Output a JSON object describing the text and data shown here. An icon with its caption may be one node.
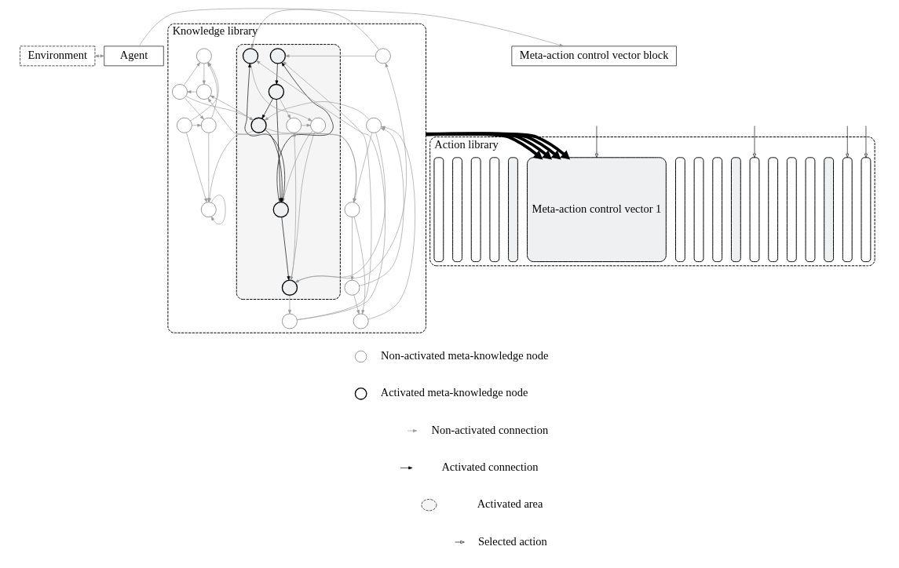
{
  "diagram": {
    "nodes": [
      {
        "text": [
          "Environment"
        ]
      },
      {
        "text": [
          "Agent"
        ]
      },
      {
        "text": [
          "Meta-action control vector block"
        ]
      },
      {
        "text": [
          "Knowledge library"
        ]
      },
      {
        "text": [],
        "shape": "ellipse",
        "in": 3
      },
      {
        "text": [],
        "shape": "circle",
        "in": 4
      },
      {
        "text": [],
        "shape": "circle",
        "in": 4
      },
      {
        "text": [],
        "shape": "circle",
        "in": 4
      },
      {
        "text": [],
        "shape": "circle",
        "in": 4
      },
      {
        "text": [],
        "shape": "circle",
        "in": 4
      },
      {
        "text": [],
        "shape": "circle",
        "in": 4
      },
      {
        "text": [],
        "shape": "circle",
        "in": 4
      },
      {
        "text": [],
        "shape": "circle",
        "in": 4
      },
      {
        "text": [],
        "shape": "circle",
        "in": 3
      },
      {
        "text": [],
        "shape": "circle",
        "in": 3
      },
      {
        "text": [],
        "shape": "circle",
        "in": 3
      },
      {
        "text": [],
        "shape": "circle",
        "in": 3
      },
      {
        "text": [],
        "shape": "circle",
        "in": 3
      },
      {
        "text": [],
        "shape": "circle",
        "in": 3
      },
      {
        "text": [],
        "shape": "circle",
        "in": 3
      },
      {
        "text": [],
        "shape": "circle",
        "in": 3
      },
      {
        "text": [],
        "shape": "circle",
        "in": 3
      },
      {
        "text": [],
        "shape": "circle",
        "in": 3
      },
      {
        "text": [],
        "shape": "circle",
        "in": 3
      },
      {
        "text": [],
        "shape": "circle",
        "in": 3
      },
      {
        "text": [
          "Action library"
        ]
      },
      {
        "text": [
          "Meta-action control vector 1"
        ],
        "in": 25
      },
      {
        "text": [],
        "shape": "box",
        "in": 25
      },
      {
        "text": [],
        "shape": "box",
        "in": 25
      },
      {
        "text": [],
        "shape": "box",
        "in": 25
      },
      {
        "text": [],
        "shape": "box",
        "in": 25
      },
      {
        "text": [],
        "shape": "box",
        "in": 25
      },
      {
        "text": [],
        "shape": "box",
        "in": 25
      },
      {
        "text": [],
        "shape": "box",
        "in": 25
      },
      {
        "text": [],
        "shape": "box",
        "in": 25
      },
      {
        "text": [],
        "shape": "box",
        "in": 25
      },
      {
        "text": [],
        "shape": "box",
        "in": 25
      },
      {
        "text": [],
        "shape": "box",
        "in": 25
      },
      {
        "text": [],
        "shape": "box",
        "in": 25
      },
      {
        "text": [],
        "shape": "box",
        "in": 25
      },
      {
        "text": [],
        "shape": "box",
        "in": 25
      },
      {
        "text": [],
        "shape": "box",
        "in": 25
      },
      {
        "text": [],
        "shape": "box",
        "in": 25
      }
    ],
    "edges": [
      {
        "from": 0,
        "to": 1,
        "arrow": "both"
      },
      {
        "from": 1,
        "to": 2,
        "arrow": "to"
      },
      {
        "from": 7,
        "to": 6,
        "arrow": "to",
        "color": "#000000"
      },
      {
        "from": 6,
        "to": 11,
        "arrow": "to",
        "color": "#000000"
      },
      {
        "from": 6,
        "to": 9,
        "arrow": "to",
        "color": "#000000"
      },
      {
        "from": 11,
        "to": 9,
        "arrow": "to",
        "color": "#000000"
      },
      {
        "from": 9,
        "to": 7,
        "arrow": "to",
        "color": "#000000"
      },
      {
        "from": 9,
        "to": 10,
        "arrow": "to",
        "color": "#000000"
      },
      {
        "from": 9,
        "to": 12,
        "arrow": "to",
        "color": "#000000"
      },
      {
        "from": 6,
        "to": 8,
        "arrow": "to"
      },
      {
        "from": 8,
        "to": 5,
        "arrow": "to"
      },
      {
        "from": 5,
        "to": 9,
        "arrow": "to"
      },
      {
        "from": 5,
        "to": 12,
        "arrow": "to"
      },
      {
        "from": 10,
        "to": 5,
        "arrow": "to"
      },
      {
        "from": 12,
        "to": 8,
        "arrow": "to"
      },
      {
        "from": 13,
        "to": 7,
        "arrow": "to"
      },
      {
        "from": 14,
        "to": 7,
        "arrow": "to"
      },
      {
        "from": 13,
        "to": 10,
        "arrow": "to"
      },
      {
        "from": 14,
        "to": 10,
        "arrow": "to"
      },
      {
        "from": 12,
        "to": 13,
        "arrow": "to"
      },
      {
        "from": 12,
        "to": 14,
        "arrow": "to"
      },
      {
        "from": 15,
        "to": 12,
        "arrow": "to"
      },
      {
        "from": 15,
        "to": 11,
        "arrow": "to"
      },
      {
        "from": 19,
        "to": 11,
        "arrow": "to"
      },
      {
        "from": 11,
        "to": 16,
        "arrow": "to"
      },
      {
        "from": 11,
        "to": 22,
        "arrow": "to"
      },
      {
        "from": 11,
        "to": 24,
        "arrow": "to"
      },
      {
        "from": 15,
        "to": 16,
        "arrow": "to"
      },
      {
        "from": 16,
        "to": 17,
        "arrow": "to"
      },
      {
        "from": 17,
        "to": 15,
        "arrow": "to"
      },
      {
        "from": 18,
        "to": 15,
        "arrow": "to"
      },
      {
        "from": 16,
        "to": 18,
        "arrow": "to"
      },
      {
        "from": 17,
        "to": 18,
        "arrow": "to"
      },
      {
        "from": 16,
        "to": 22,
        "arrow": "to"
      },
      {
        "from": 19,
        "to": 20,
        "arrow": "to"
      },
      {
        "from": 19,
        "to": 21,
        "arrow": "to"
      },
      {
        "from": 21,
        "to": 20,
        "arrow": "to"
      },
      {
        "from": 23,
        "to": 21,
        "arrow": "to"
      },
      {
        "from": 23,
        "to": 20,
        "arrow": "to"
      },
      {
        "from": 20,
        "to": 22,
        "arrow": "to"
      },
      {
        "from": 21,
        "to": 24,
        "arrow": "to"
      },
      {
        "from": 22,
        "to": 19,
        "arrow": "to"
      },
      {
        "from": 23,
        "to": 24,
        "arrow": "to"
      },
      {
        "from": 24,
        "to": 24,
        "arrow": "to"
      },
      {
        "from": 3,
        "to": 26,
        "arrow": "to",
        "style": "thick",
        "color": "#000000"
      },
      {
        "from": 3,
        "to": 26,
        "arrow": "to",
        "style": "thick",
        "color": "#000000"
      },
      {
        "from": 3,
        "to": 26,
        "arrow": "to",
        "style": "thick",
        "color": "#000000"
      },
      {
        "from": 3,
        "to": 26,
        "arrow": "to",
        "style": "thick",
        "color": "#000000"
      },
      {
        "from": null,
        "to": 26,
        "arrow": "to",
        "color": "#000000"
      },
      {
        "from": null,
        "to": 27,
        "arrow": "to",
        "color": "#000000"
      },
      {
        "from": null,
        "to": 32,
        "arrow": "to",
        "color": "#000000"
      },
      {
        "from": null,
        "to": 37,
        "arrow": "to",
        "color": "#000000"
      }
    ],
    "legend": [
      {
        "text": "Non-activated meta-knowledge node"
      },
      {
        "text": "Non-activated connection"
      },
      {
        "text": "Activated area"
      },
      {
        "text": "Activated meta-knowledge node"
      },
      {
        "text": "Activated connection"
      },
      {
        "text": "Selected action"
      }
    ]
  }
}
